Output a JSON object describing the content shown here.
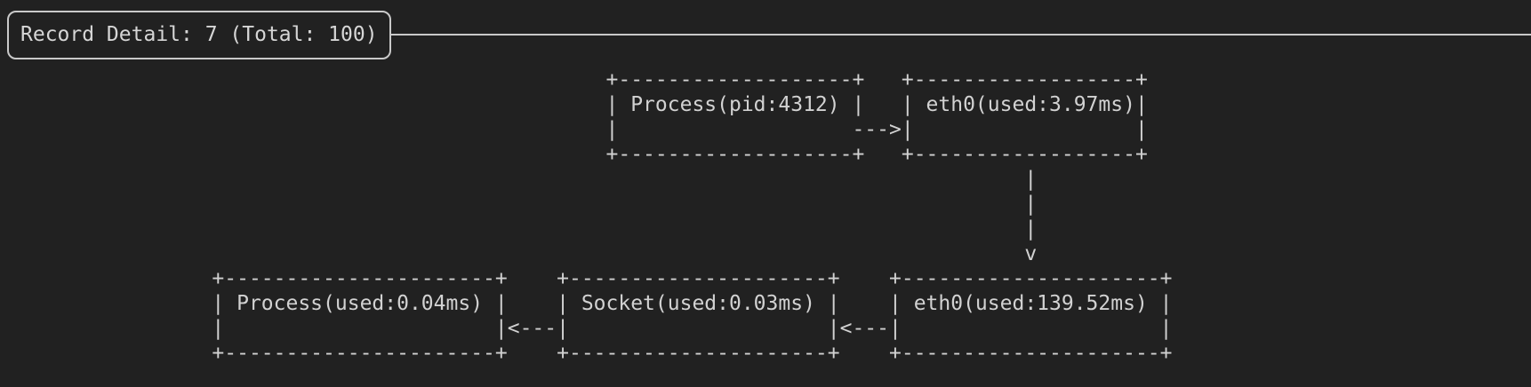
{
  "colors": {
    "background": "#212121",
    "foreground": "#d2d2d2",
    "border": "#c9c9c9"
  },
  "header": {
    "title": "Record Detail: 7 (Total: 100)",
    "record_number": "7",
    "total_records": "100"
  },
  "diagram": {
    "ascii_lines": [
      "                                                 +-------------------+   +------------------+",
      "                                                 | Process(pid:4312) |   | eth0(used:3.97ms)|",
      "                                                 |                   --->|                  |",
      "                                                 +-------------------+   +------------------+",
      "                                                                                   |",
      "                                                                                   |",
      "                                                                                   |",
      "                                                                                   v",
      "                 +----------------------+    +---------------------+    +---------------------+",
      "                 | Process(used:0.04ms) |    | Socket(used:0.03ms) |    | eth0(used:139.52ms) |",
      "                 |                      |<---|                     |<---|                     |",
      "                 +----------------------+    +---------------------+    +---------------------+"
    ],
    "nodes": [
      {
        "label": "Process(pid:4312)"
      },
      {
        "label": "eth0(used:3.97ms)"
      },
      {
        "label": "eth0(used:139.52ms)"
      },
      {
        "label": "Socket(used:0.03ms)"
      },
      {
        "label": "Process(used:0.04ms)"
      }
    ],
    "edges": [
      {
        "from": "Process(pid:4312)",
        "to": "eth0(used:3.97ms)",
        "direction": "right"
      },
      {
        "from": "eth0(used:3.97ms)",
        "to": "eth0(used:139.52ms)",
        "direction": "down"
      },
      {
        "from": "eth0(used:139.52ms)",
        "to": "Socket(used:0.03ms)",
        "direction": "left"
      },
      {
        "from": "Socket(used:0.03ms)",
        "to": "Process(used:0.04ms)",
        "direction": "left"
      }
    ]
  }
}
